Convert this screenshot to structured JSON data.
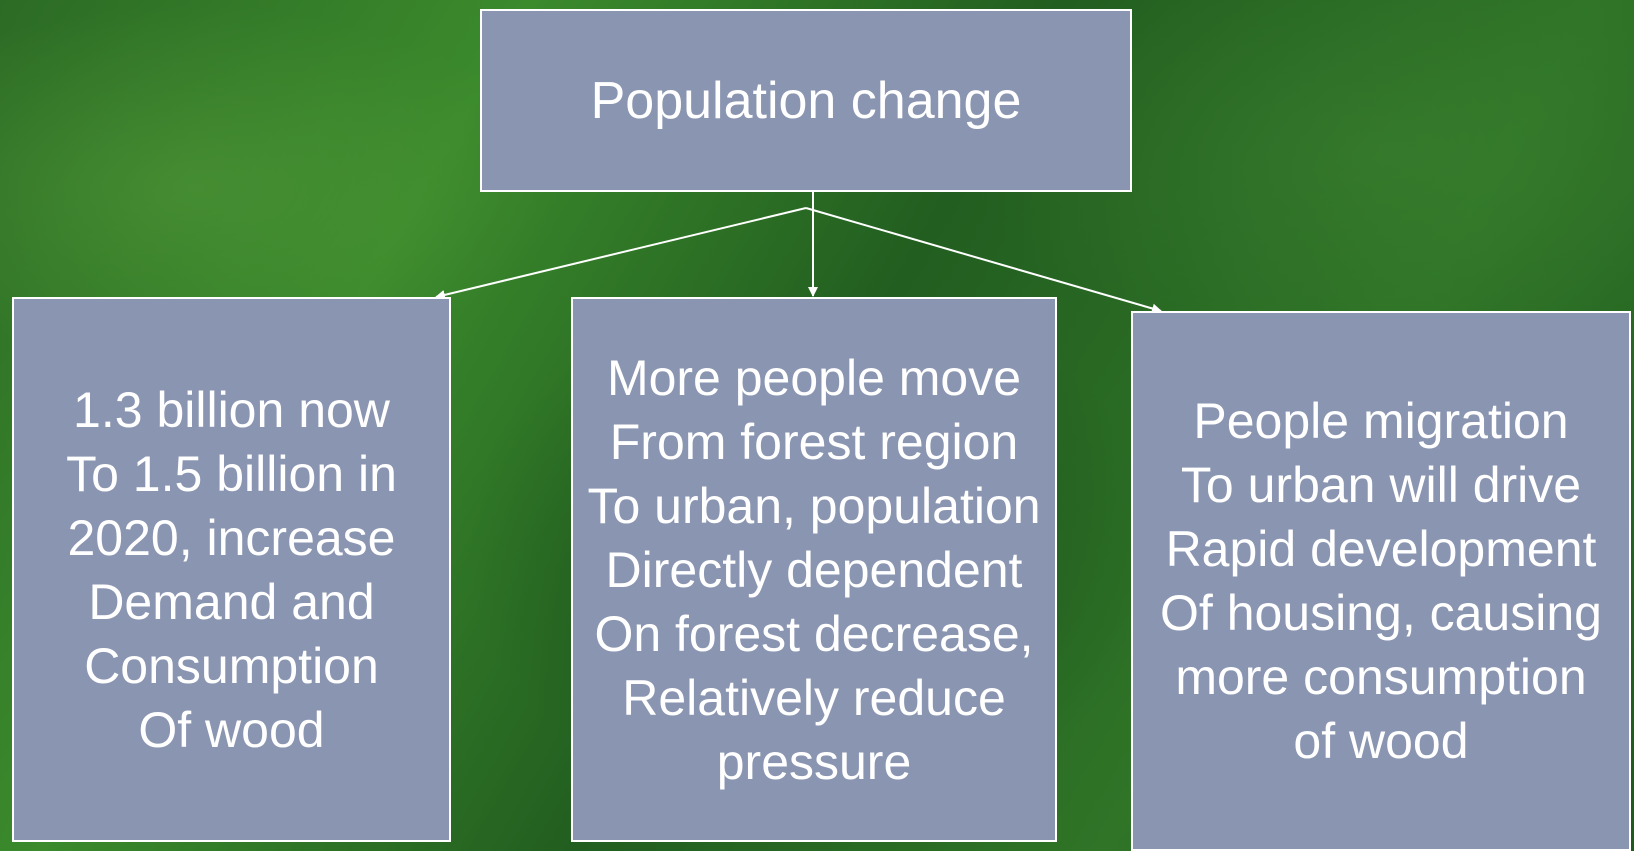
{
  "diagram": {
    "root": {
      "label": "Population change"
    },
    "children": [
      {
        "label": "1.3 billion now\nTo 1.5 billion in\n2020, increase\nDemand and\nConsumption\nOf wood"
      },
      {
        "label": "More people move\nFrom forest region\nTo urban, population\nDirectly dependent\nOn forest decrease,\nRelatively reduce\npressure"
      },
      {
        "label": "People migration\nTo urban will drive\nRapid development\nOf housing, causing\nmore consumption\nof wood"
      }
    ],
    "colors": {
      "box_fill": "#8a95b1",
      "box_border": "#ffffff",
      "text": "#ffffff",
      "connector": "#ffffff",
      "background": "#2a6a24"
    }
  }
}
